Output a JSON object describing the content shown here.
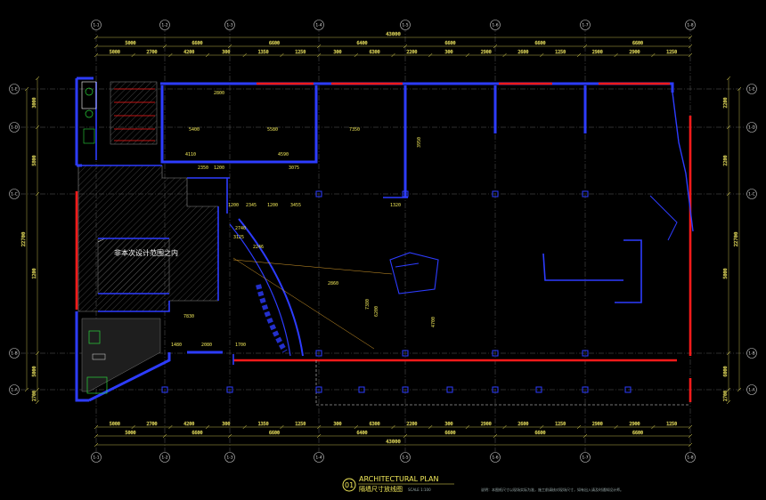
{
  "grid_columns": [
    "1-1",
    "1-2",
    "1-3",
    "1-4",
    "1-5",
    "1-6",
    "1-7",
    "1-8"
  ],
  "grid_rows": [
    "1-E",
    "1-D",
    "1-C",
    "1-B",
    "1-A"
  ],
  "top_total": "43000",
  "bottom_total": "43000",
  "top_major_dims": [
    "5000",
    "6600",
    "6600",
    "6400",
    "6600",
    "6600",
    "6600"
  ],
  "bottom_major_dims": [
    "5000",
    "6600",
    "6600",
    "6400",
    "6600",
    "6600",
    "6600"
  ],
  "top_minor_dims": [
    "5000",
    "2700",
    "4200",
    "300",
    "1350",
    "1250",
    "300",
    "6300",
    "2200",
    "300",
    "2900",
    "2600",
    "1250",
    "2900",
    "2900",
    "1250"
  ],
  "bottom_minor_dims": [
    "5000",
    "2700",
    "4200",
    "300",
    "1350",
    "1250",
    "300",
    "6300",
    "2200",
    "300",
    "2900",
    "2600",
    "1250",
    "2900",
    "2900",
    "1250"
  ],
  "left_total": "22700",
  "right_total": "22700",
  "left_major_dims": [
    "3000",
    "5800",
    "1200",
    "5000",
    "2700"
  ],
  "right_major_dims": [
    "2200",
    "2200",
    "5000",
    "6000",
    "2700"
  ],
  "interior_dims": [
    "2800",
    "5400",
    "5580",
    "7350",
    "4110",
    "4590",
    "3950",
    "2350",
    "1200",
    "3075",
    "1320",
    "1200",
    "2345",
    "1200",
    "3455",
    "2740",
    "3125",
    "2246",
    "7830",
    "1480",
    "2080",
    "1700",
    "2860",
    "6200",
    "7380",
    "4700"
  ],
  "exclusion_note": "非本次设计范围之内",
  "plan_number": "01",
  "plan_title_en": "ARCHITECTURAL PLAN",
  "plan_title_cn": "隔墙尺寸放线图",
  "plan_scale": "SCALE 1:100",
  "footer_note": "说明：本图纸尺寸以现场实际为准，施工前请核对现场尺寸，如有出入请及时通知设计师。",
  "colors": {
    "background": "#000000",
    "wall": "#2d3cff",
    "glass_partition": "#ff1a1a",
    "dimension": "#f3ea5a",
    "grid_line": "#6a6a6a",
    "furniture": "#ffffff",
    "fixture": "#2bd43b"
  }
}
